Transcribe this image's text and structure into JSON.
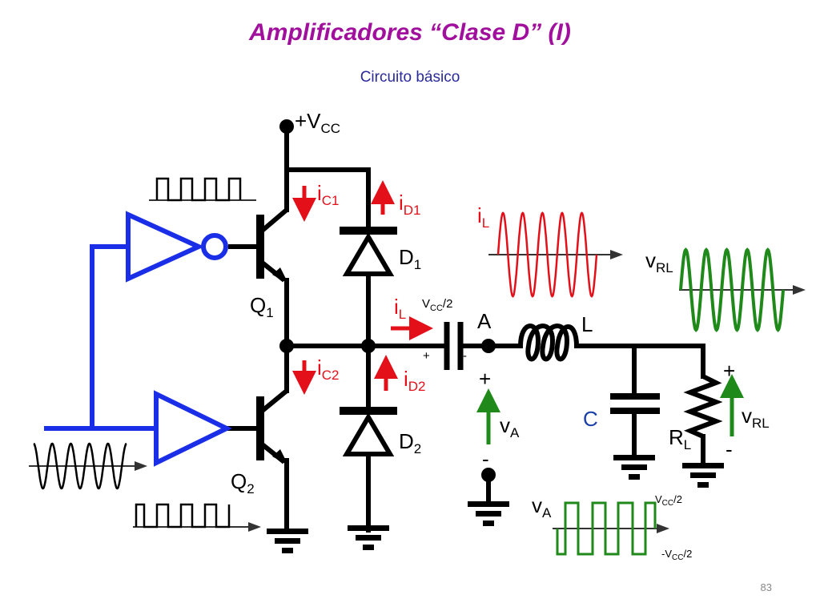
{
  "slide": {
    "title": "Amplificadores “Clase D” (I)",
    "subtitle": "Circuito básico",
    "page_number": "83"
  },
  "labels": {
    "vcc": {
      "main": "+V",
      "sub": "CC"
    },
    "q1": {
      "main": "Q",
      "sub": "1"
    },
    "q2": {
      "main": "Q",
      "sub": "2"
    },
    "d1": {
      "main": "D",
      "sub": "1"
    },
    "d2": {
      "main": "D",
      "sub": "2"
    },
    "ic1": {
      "main": "i",
      "sub": "C1"
    },
    "ic2": {
      "main": "i",
      "sub": "C2"
    },
    "id1": {
      "main": "i",
      "sub": "D1"
    },
    "id2": {
      "main": "i",
      "sub": "D2"
    },
    "il_node": {
      "main": "i",
      "sub": "L"
    },
    "il_wave": {
      "main": "i",
      "sub": "L"
    },
    "vcc_half_cap": {
      "main": "V",
      "sub": "CC",
      "tail": "/2"
    },
    "cap_plus": "+",
    "cap_minus": "-",
    "node_a": "A",
    "inductor_l": "L",
    "cap_c": "C",
    "rl": {
      "main": "R",
      "sub": "L"
    },
    "va_plus": "+",
    "va_minus": "-",
    "va": {
      "main": "v",
      "sub": "A"
    },
    "vrl_plus": "+",
    "vrl_minus": "-",
    "vrl": {
      "main": "v",
      "sub": "RL"
    },
    "vrl_wave": {
      "main": "v",
      "sub": "RL"
    },
    "va_wave": {
      "main": "v",
      "sub": "A"
    },
    "va_wave_high": {
      "main": "V",
      "sub": "CC",
      "tail": "/2"
    },
    "va_wave_low": {
      "main": "-V",
      "sub": "CC",
      "tail": "/2"
    }
  },
  "colors": {
    "title": "#a0109c",
    "subtitle": "#2a2a9c",
    "wire": "#000000",
    "driver": "#1a2ee8",
    "current_arrow": "#e3101a",
    "voltage_arrow": "#1f8a1a",
    "il_wave": "#e3101a",
    "vrl_wave": "#1f8a1a",
    "va_wave": "#1f8a1a"
  }
}
